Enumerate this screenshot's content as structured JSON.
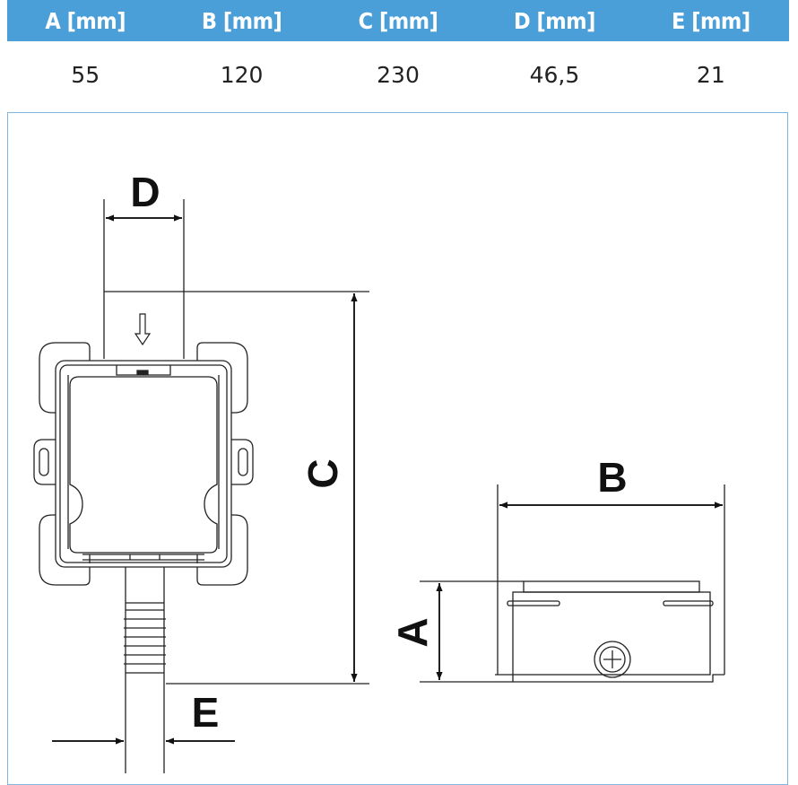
{
  "table": {
    "headers": [
      "A [mm]",
      "B [mm]",
      "C [mm]",
      "D [mm]",
      "E [mm]"
    ],
    "values": [
      "55",
      "120",
      "230",
      "46,5",
      "21"
    ]
  },
  "drawing": {
    "labels": {
      "a": "A",
      "b": "B",
      "c": "C",
      "d": "D",
      "e": "E"
    }
  },
  "colors": {
    "header_bg": "#4a9fd8",
    "frame_border": "#7fb5df"
  }
}
